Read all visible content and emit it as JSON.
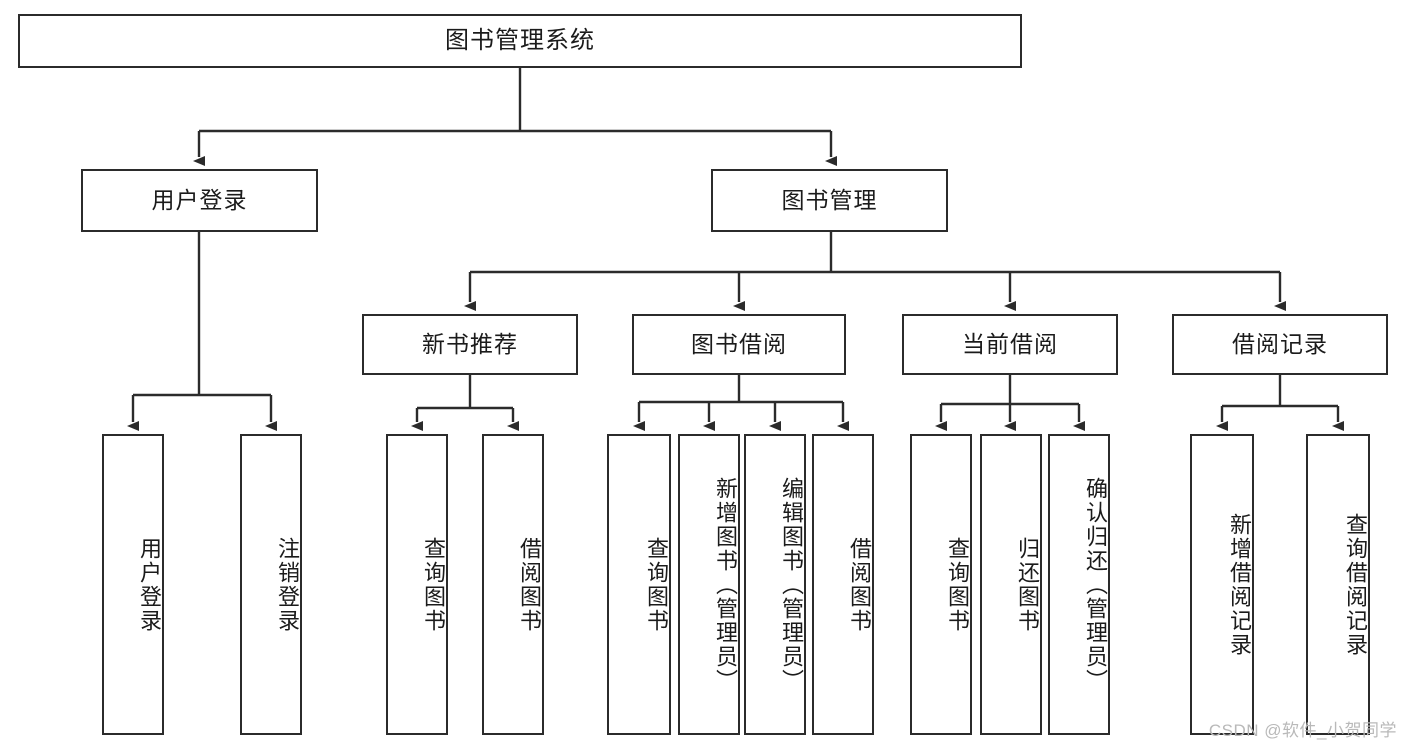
{
  "diagram": {
    "title": "图书管理系统",
    "type": "tree-hierarchy-diagram",
    "colors": {
      "box_border": "#2b2b2b",
      "box_fill": "#ffffff",
      "edge": "#2b2b2b",
      "text": "#1b1b1b",
      "watermark": "#b9b9b9",
      "background": "#ffffff"
    },
    "root": {
      "label": "图书管理系统"
    },
    "level2": [
      {
        "id": "user-login",
        "label": "用户登录"
      },
      {
        "id": "book-management",
        "label": "图书管理"
      }
    ],
    "level3": [
      {
        "id": "new-book-recommend",
        "label": "新书推荐"
      },
      {
        "id": "book-borrow",
        "label": "图书借阅"
      },
      {
        "id": "current-borrow",
        "label": "当前借阅"
      },
      {
        "id": "borrow-record",
        "label": "借阅记录"
      }
    ],
    "leaves": [
      {
        "id": "leaf-user-login",
        "label": "用户登录",
        "parent": "user-login"
      },
      {
        "id": "leaf-user-logout",
        "label": "注销登录",
        "parent": "user-login"
      },
      {
        "id": "leaf-query-book-1",
        "label": "查询图书",
        "parent": "new-book-recommend"
      },
      {
        "id": "leaf-borrow-book-1",
        "label": "借阅图书",
        "parent": "new-book-recommend"
      },
      {
        "id": "leaf-query-book-2",
        "label": "查询图书",
        "parent": "book-borrow"
      },
      {
        "id": "leaf-add-book",
        "label": "新增图书（管理员）",
        "parent": "book-borrow"
      },
      {
        "id": "leaf-edit-book",
        "label": "编辑图书（管理员）",
        "parent": "book-borrow"
      },
      {
        "id": "leaf-borrow-book-2",
        "label": "借阅图书",
        "parent": "book-borrow"
      },
      {
        "id": "leaf-query-book-3",
        "label": "查询图书",
        "parent": "current-borrow"
      },
      {
        "id": "leaf-return-book",
        "label": "归还图书",
        "parent": "current-borrow"
      },
      {
        "id": "leaf-confirm-return",
        "label": "确认归还（管理员）",
        "parent": "current-borrow"
      },
      {
        "id": "leaf-add-record",
        "label": "新增借阅记录",
        "parent": "borrow-record"
      },
      {
        "id": "leaf-query-record",
        "label": "查询借阅记录",
        "parent": "borrow-record"
      }
    ]
  },
  "watermark": {
    "text": "CSDN @软件_小贺同学"
  }
}
